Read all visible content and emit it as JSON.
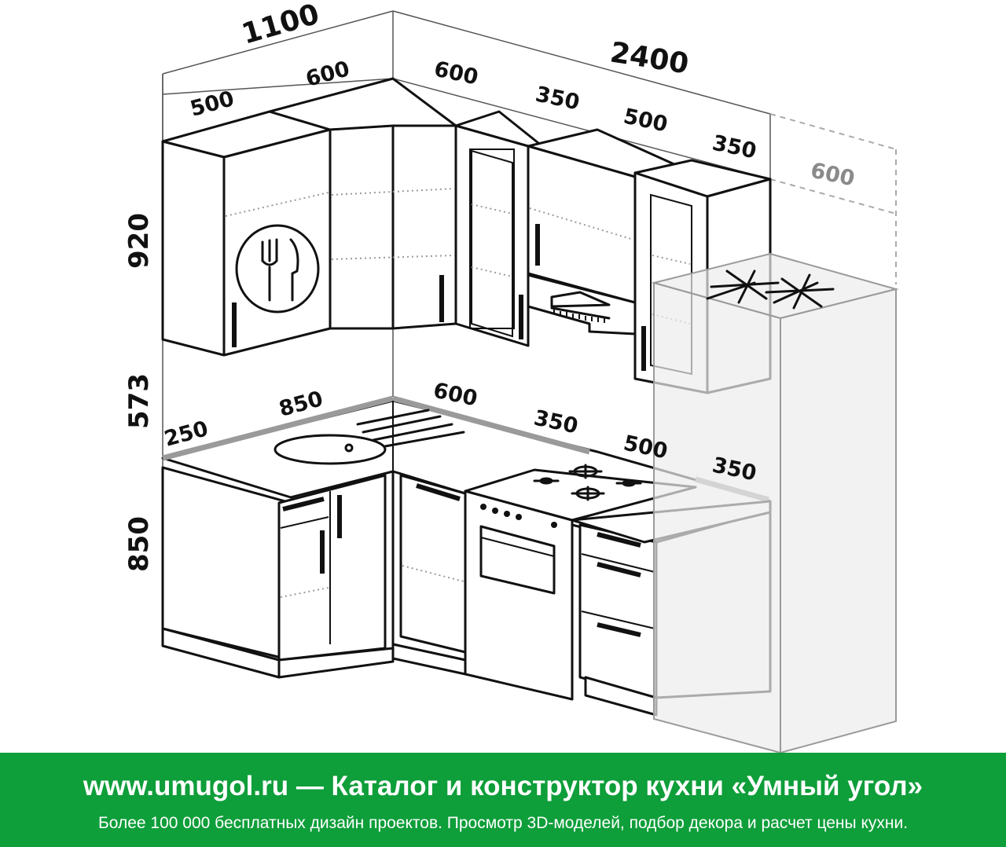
{
  "dimensions": {
    "wall_left_total": "1100",
    "wall_right_total": "2400",
    "upper_left_a": "500",
    "upper_left_b": "600",
    "upper_right_a": "600",
    "upper_right_b": "350",
    "upper_right_c": "500",
    "upper_right_d": "350",
    "fridge_width": "600",
    "height_upper": "920",
    "height_gap": "573",
    "height_lower": "850",
    "counter_left_a": "250",
    "counter_left_b": "850",
    "counter_right_a": "600",
    "counter_right_b": "350",
    "counter_right_c": "500",
    "counter_right_d": "350"
  },
  "icons": [
    "fork-knife-icon",
    "range-hood-icon",
    "snowflake-icon",
    "sink-icon",
    "gas-hob-icon",
    "oven-icon"
  ],
  "colors": {
    "footer_bg": "#0e9e3a",
    "footer_text": "#ffffff",
    "fridge_grey": "#9a9a9a"
  },
  "footer": {
    "title": "www.umugol.ru — Каталог и конструктор кухни «Умный угол»",
    "subtitle": "Более 100 000 бесплатных дизайн проектов. Просмотр 3D-моделей, подбор декора и расчет цены кухни."
  }
}
